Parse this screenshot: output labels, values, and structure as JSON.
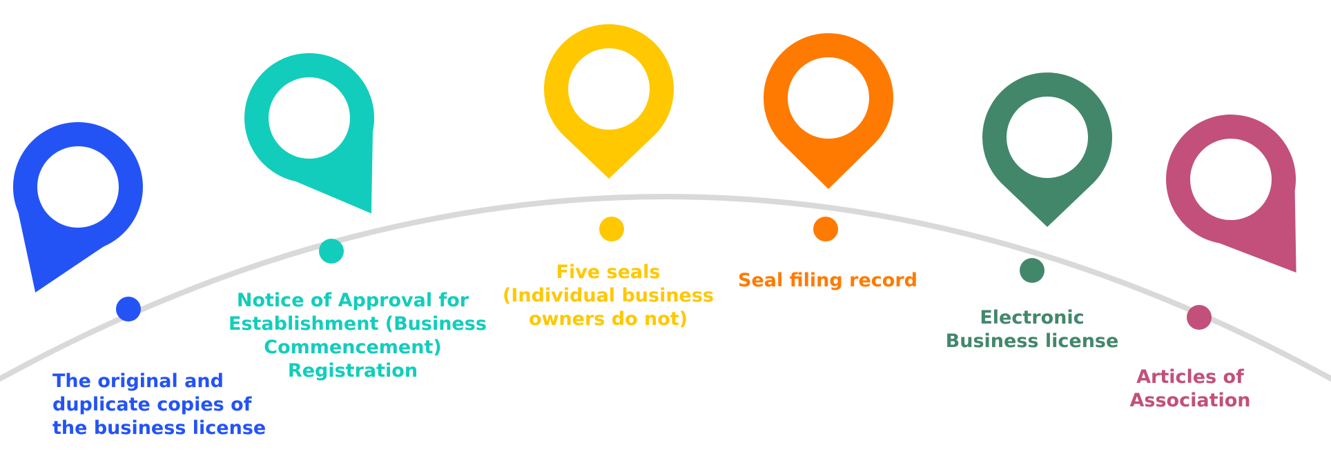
{
  "colors": {
    "arc": "#d9d9d9",
    "blue": "#2453f5",
    "teal": "#12cdbc",
    "yellow": "#ffc800",
    "orange": "#ff7a00",
    "green": "#43876b",
    "pink": "#c2507a"
  },
  "milestones": [
    {
      "icon": "location-pin-icon",
      "color": "blue",
      "lines": [
        "The original and",
        "duplicate copies of",
        "the business license"
      ]
    },
    {
      "icon": "location-pin-icon",
      "color": "teal",
      "lines": [
        "Notice of Approval for",
        "Establishment (Business",
        "Commencement)",
        "Registration"
      ]
    },
    {
      "icon": "location-pin-icon",
      "color": "yellow",
      "lines": [
        "Five seals",
        "(Individual business",
        "owners do not)"
      ]
    },
    {
      "icon": "location-pin-icon",
      "color": "orange",
      "lines": [
        "Seal filing record"
      ]
    },
    {
      "icon": "location-pin-icon",
      "color": "green",
      "lines": [
        "Electronic",
        "Business license"
      ]
    },
    {
      "icon": "location-pin-icon",
      "color": "pink",
      "lines": [
        "Articles of",
        "Association"
      ]
    }
  ]
}
